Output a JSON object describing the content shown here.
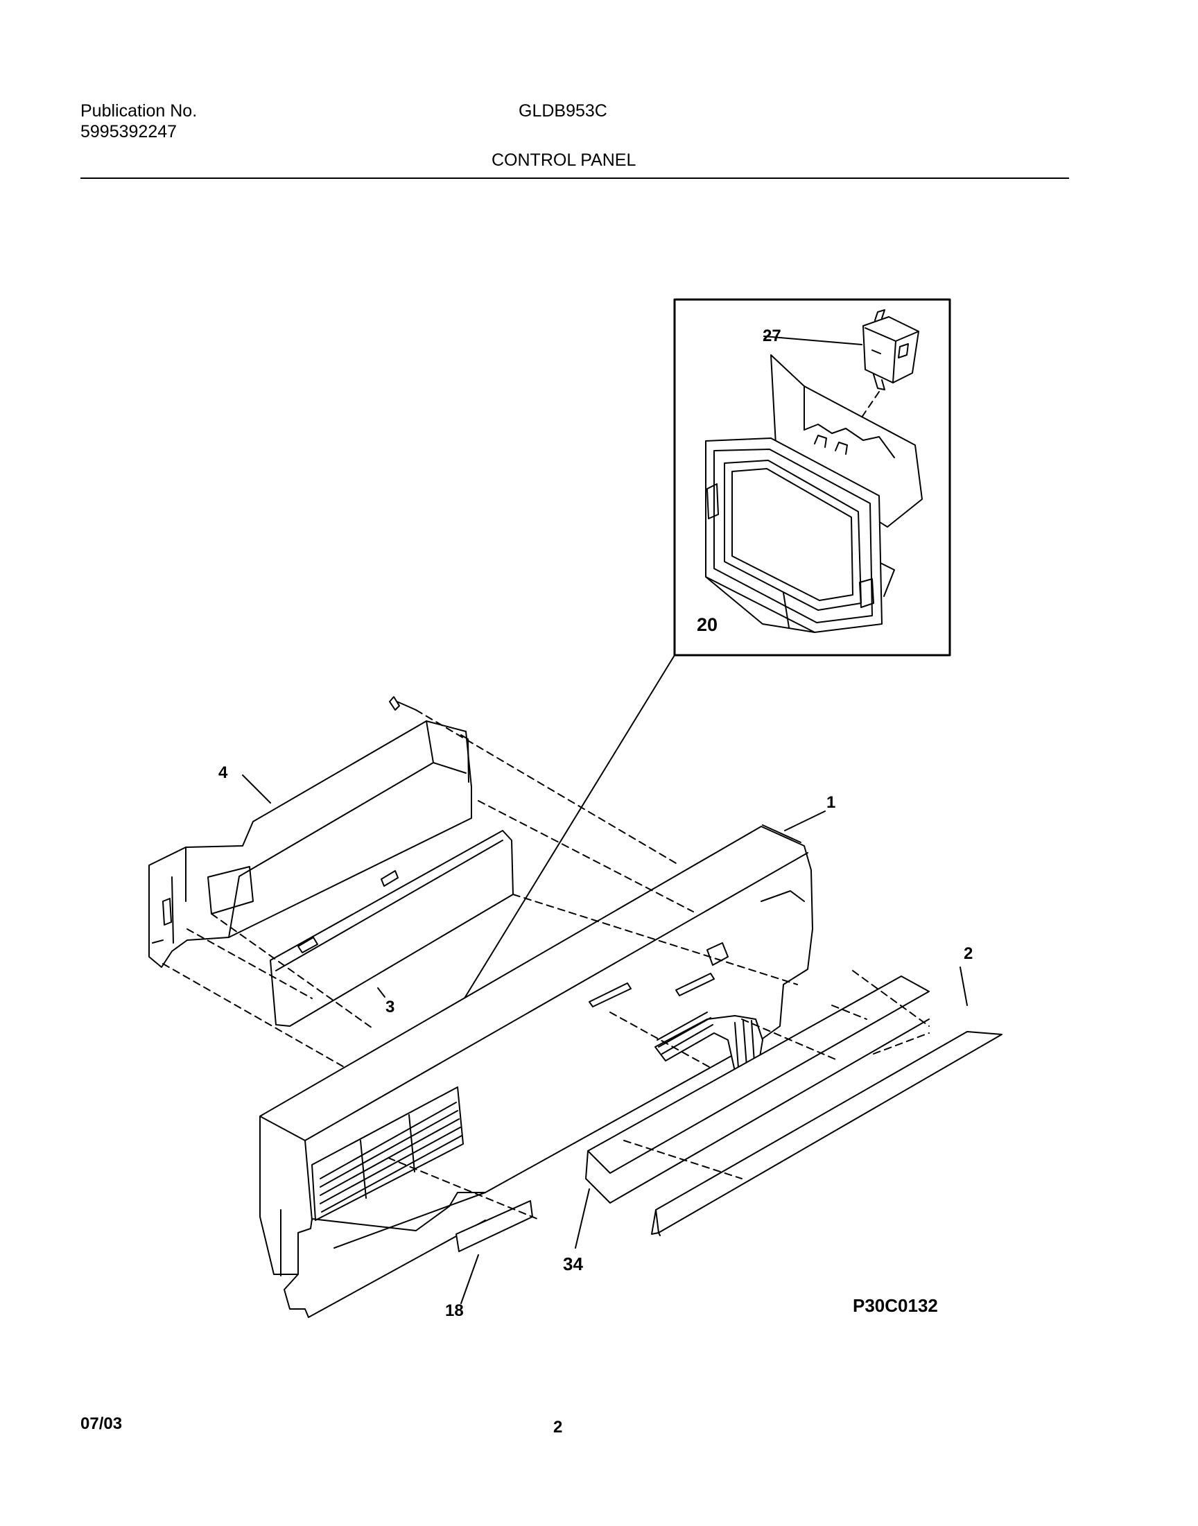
{
  "header": {
    "publication_label": "Publication No.",
    "publication_number": "5995392247",
    "model": "GLDB953C",
    "section_title": "CONTROL PANEL"
  },
  "diagram": {
    "callouts": {
      "c27": "27",
      "c20": "20",
      "c4": "4",
      "c1": "1",
      "c2": "2",
      "c3": "3",
      "c34": "34",
      "c18": "18"
    },
    "figure_id": "P30C0132"
  },
  "footer": {
    "date": "07/03",
    "page": "2"
  }
}
